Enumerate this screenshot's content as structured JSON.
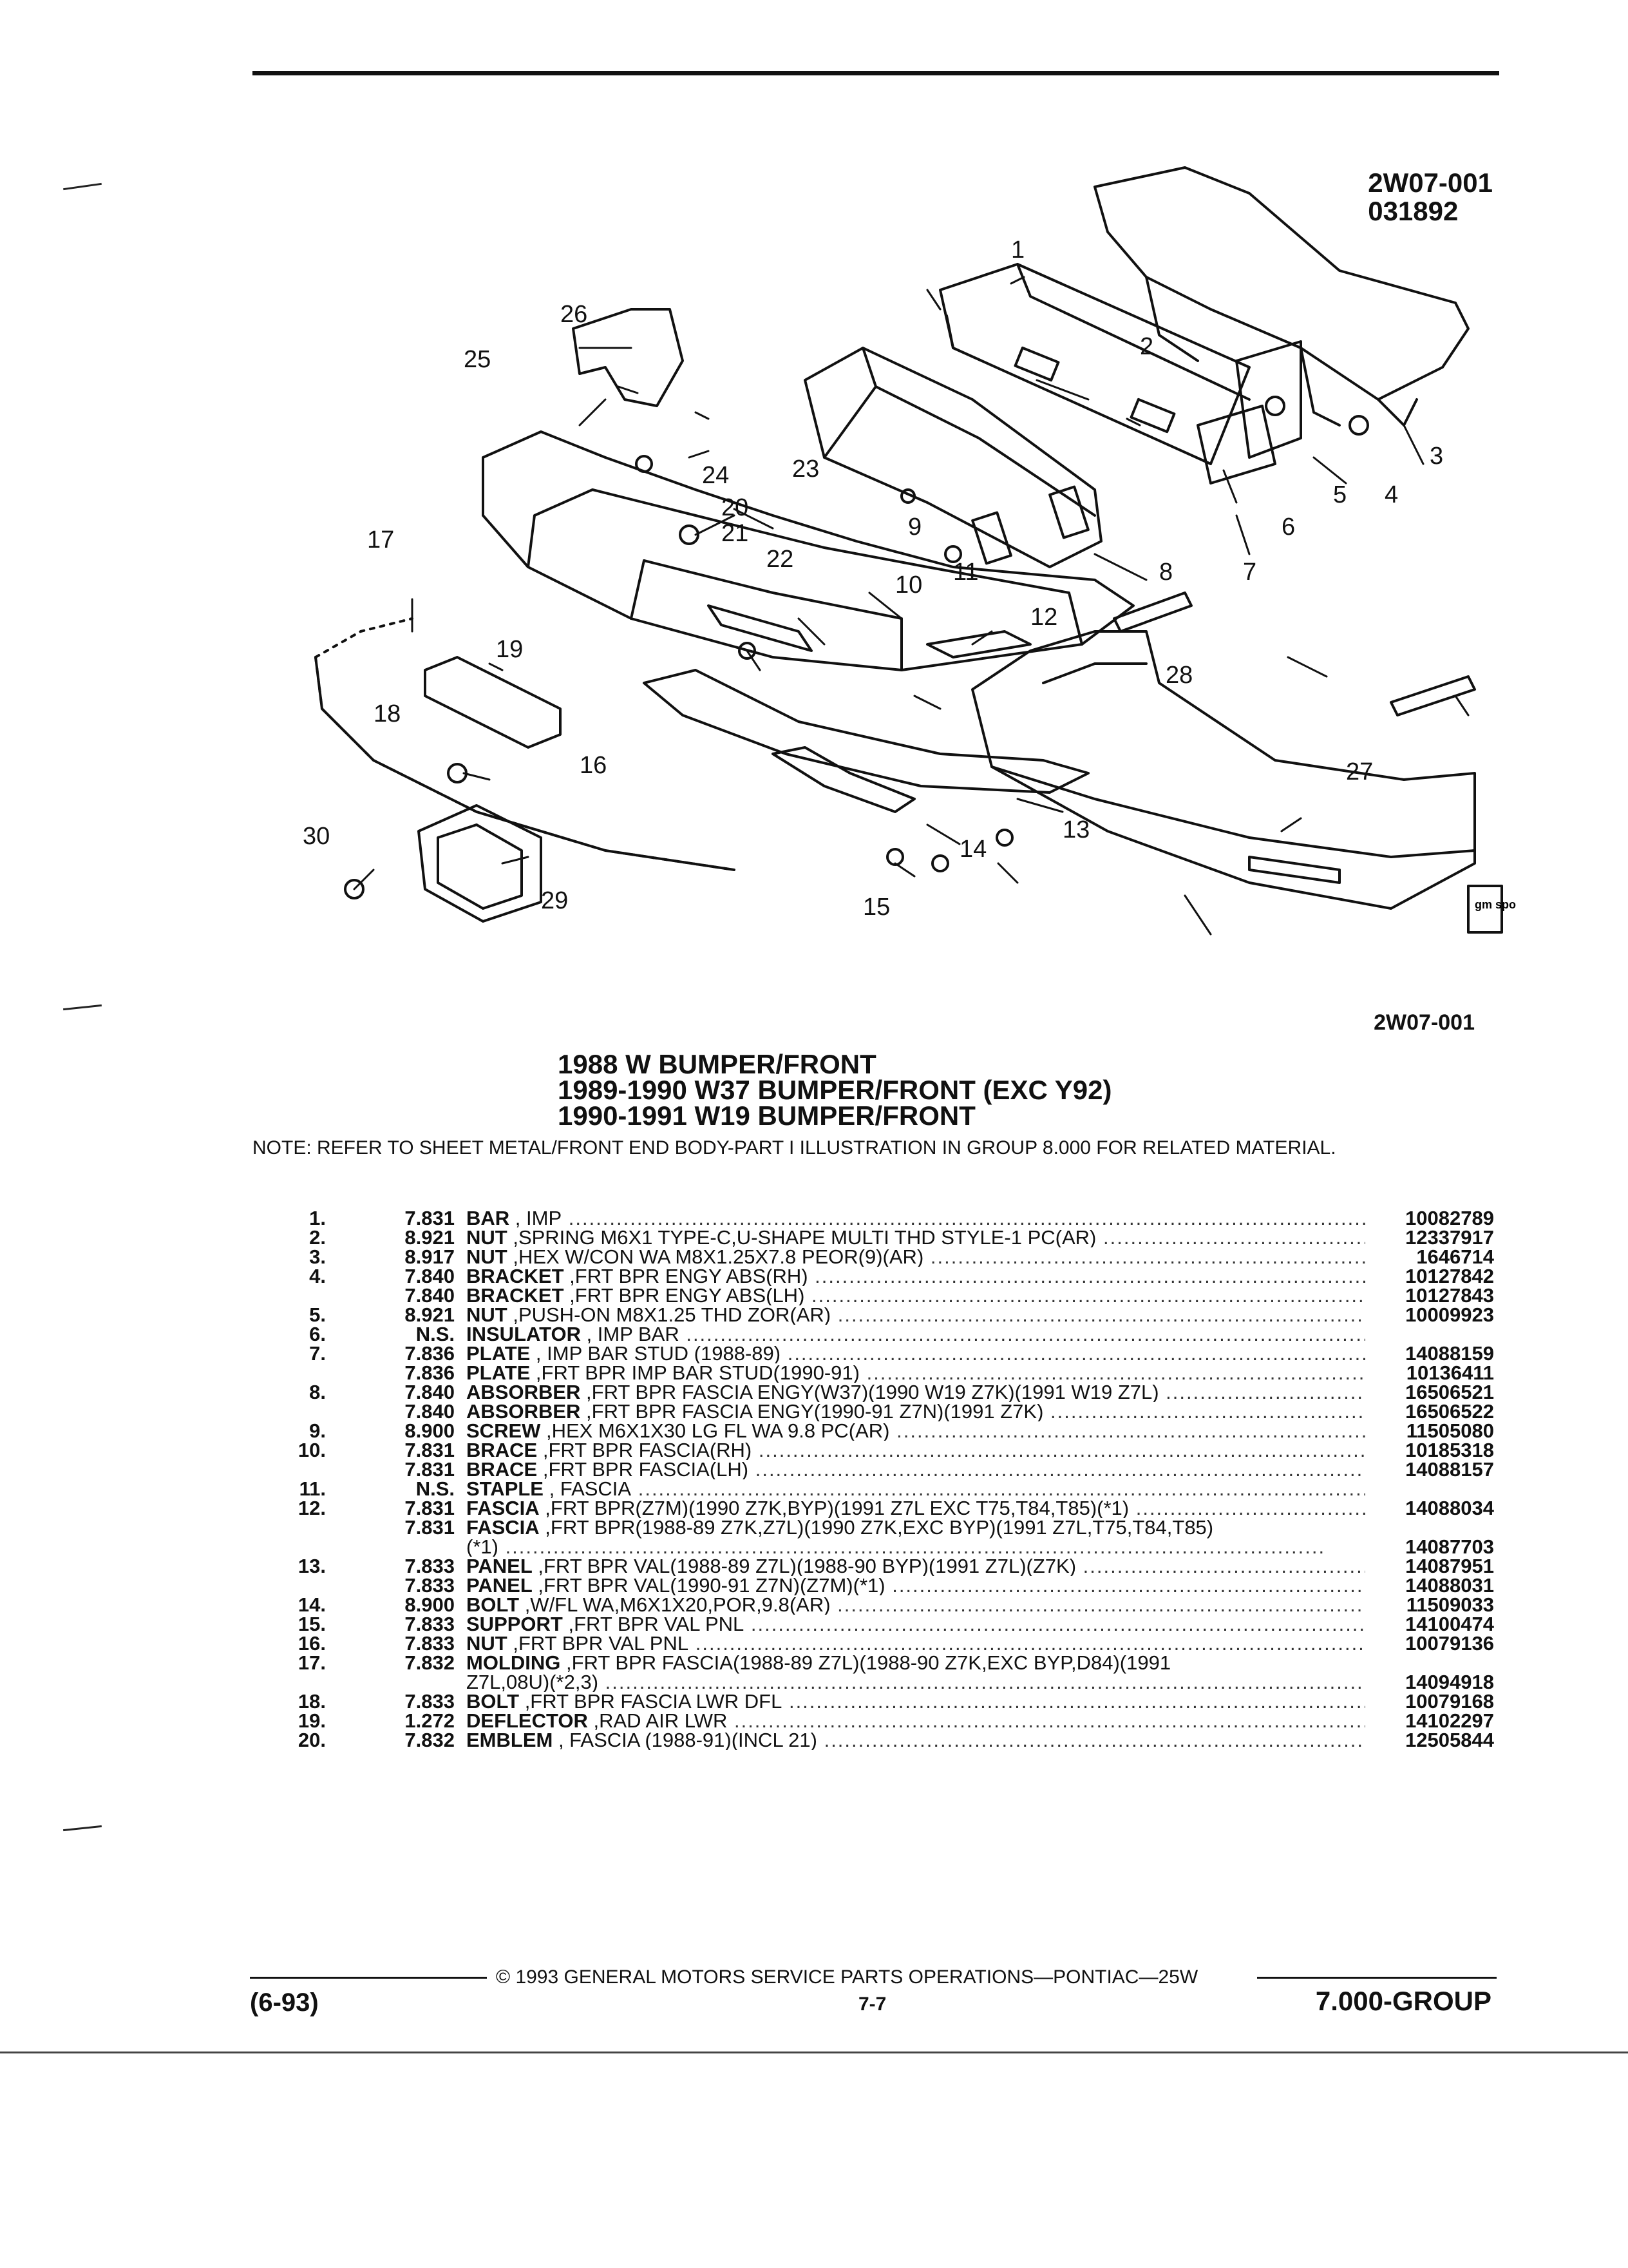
{
  "illustration": {
    "id": "2W07-001",
    "date": "031892",
    "ref_id": "2W07-001",
    "callouts": [
      "1",
      "2",
      "3",
      "4",
      "5",
      "6",
      "7",
      "8",
      "9",
      "10",
      "11",
      "12",
      "13",
      "14",
      "15",
      "16",
      "17",
      "18",
      "19",
      "20",
      "21",
      "22",
      "23",
      "24",
      "25",
      "26",
      "27",
      "28",
      "29",
      "30"
    ],
    "logo_text": "gm spo"
  },
  "titles": [
    "1988 W BUMPER/FRONT",
    "1989-1990 W37 BUMPER/FRONT (EXC Y92)",
    "1990-1991 W19 BUMPER/FRONT"
  ],
  "note": "NOTE: REFER TO SHEET METAL/FRONT END BODY-PART I ILLUSTRATION IN GROUP 8.000 FOR RELATED MATERIAL.",
  "parts": [
    {
      "num": "1.",
      "group": "7.831",
      "name": "BAR",
      "desc": " , IMP",
      "part_no": "10082789"
    },
    {
      "num": "2.",
      "group": "8.921",
      "name": "NUT",
      "desc": " ,SPRING M6X1 TYPE-C,U-SHAPE MULTI THD STYLE-1 PC(AR)",
      "part_no": "12337917"
    },
    {
      "num": "3.",
      "group": "8.917",
      "name": "NUT",
      "desc": " ,HEX W/CON WA M8X1.25X7.8 PEOR(9)(AR)",
      "part_no": "1646714"
    },
    {
      "num": "4.",
      "group": "7.840",
      "name": "BRACKET",
      "desc": " ,FRT BPR ENGY ABS(RH)",
      "part_no": "10127842"
    },
    {
      "num": "",
      "group": "7.840",
      "name": "BRACKET",
      "desc": " ,FRT BPR ENGY ABS(LH)",
      "part_no": "10127843"
    },
    {
      "num": "5.",
      "group": "8.921",
      "name": "NUT",
      "desc": " ,PUSH-ON M8X1.25 THD ZOR(AR)",
      "part_no": "10009923"
    },
    {
      "num": "6.",
      "group": "N.S.",
      "name": "INSULATOR",
      "desc": " , IMP BAR",
      "part_no": ""
    },
    {
      "num": "7.",
      "group": "7.836",
      "name": "PLATE",
      "desc": " , IMP BAR STUD (1988-89)",
      "part_no": "14088159"
    },
    {
      "num": "",
      "group": "7.836",
      "name": "PLATE",
      "desc": " ,FRT BPR IMP BAR STUD(1990-91)",
      "part_no": "10136411"
    },
    {
      "num": "8.",
      "group": "7.840",
      "name": "ABSORBER",
      "desc": " ,FRT BPR FASCIA ENGY(W37)(1990 W19 Z7K)(1991 W19 Z7L)",
      "part_no": "16506521"
    },
    {
      "num": "",
      "group": "7.840",
      "name": "ABSORBER",
      "desc": " ,FRT BPR FASCIA ENGY(1990-91 Z7N)(1991 Z7K)",
      "part_no": "16506522"
    },
    {
      "num": "9.",
      "group": "8.900",
      "name": "SCREW",
      "desc": " ,HEX M6X1X30 LG FL WA 9.8 PC(AR)",
      "part_no": "11505080"
    },
    {
      "num": "10.",
      "group": "7.831",
      "name": "BRACE",
      "desc": " ,FRT BPR FASCIA(RH)",
      "part_no": "10185318"
    },
    {
      "num": "",
      "group": "7.831",
      "name": "BRACE",
      "desc": " ,FRT BPR FASCIA(LH)",
      "part_no": "14088157"
    },
    {
      "num": "11.",
      "group": "N.S.",
      "name": "STAPLE",
      "desc": " , FASCIA",
      "part_no": ""
    },
    {
      "num": "12.",
      "group": "7.831",
      "name": "FASCIA",
      "desc": " ,FRT BPR(Z7M)(1990 Z7K,BYP)(1991 Z7L EXC T75,T84,T85)(*1)",
      "part_no": "14088034"
    },
    {
      "num": "",
      "group": "7.831",
      "name": "FASCIA",
      "desc": " ,FRT BPR(1988-89 Z7K,Z7L)(1990 Z7K,EXC BYP)(1991 Z7L,T75,T84,T85)",
      "desc2": "(*1)",
      "part_no": "14087703"
    },
    {
      "num": "13.",
      "group": "7.833",
      "name": "PANEL",
      "desc": " ,FRT BPR VAL(1988-89 Z7L)(1988-90 BYP)(1991 Z7L)(Z7K)",
      "part_no": "14087951"
    },
    {
      "num": "",
      "group": "7.833",
      "name": "PANEL",
      "desc": " ,FRT BPR VAL(1990-91 Z7N)(Z7M)(*1)",
      "part_no": "14088031"
    },
    {
      "num": "14.",
      "group": "8.900",
      "name": "BOLT",
      "desc": " ,W/FL WA,M6X1X20,POR,9.8(AR)",
      "part_no": "11509033"
    },
    {
      "num": "15.",
      "group": "7.833",
      "name": "SUPPORT",
      "desc": " ,FRT BPR VAL PNL",
      "part_no": "14100474"
    },
    {
      "num": "16.",
      "group": "7.833",
      "name": "NUT",
      "desc": " ,FRT BPR VAL PNL",
      "part_no": "10079136"
    },
    {
      "num": "17.",
      "group": "7.832",
      "name": "MOLDING",
      "desc": " ,FRT BPR FASCIA(1988-89 Z7L)(1988-90 Z7K,EXC BYP,D84)(1991",
      "desc2": "Z7L,08U)(*2,3)",
      "part_no": "14094918"
    },
    {
      "num": "18.",
      "group": "7.833",
      "name": "BOLT",
      "desc": " ,FRT BPR FASCIA LWR DFL",
      "part_no": "10079168"
    },
    {
      "num": "19.",
      "group": "1.272",
      "name": "DEFLECTOR",
      "desc": " ,RAD AIR LWR",
      "part_no": "14102297"
    },
    {
      "num": "20.",
      "group": "7.832",
      "name": "EMBLEM",
      "desc": " , FASCIA (1988-91)(INCL 21)",
      "part_no": "12505844"
    }
  ],
  "footer": {
    "copyright": "© 1993 GENERAL MOTORS SERVICE PARTS OPERATIONS—PONTIAC—25W",
    "date_code": "(6-93)",
    "page": "7-7",
    "group": "7.000-GROUP"
  }
}
